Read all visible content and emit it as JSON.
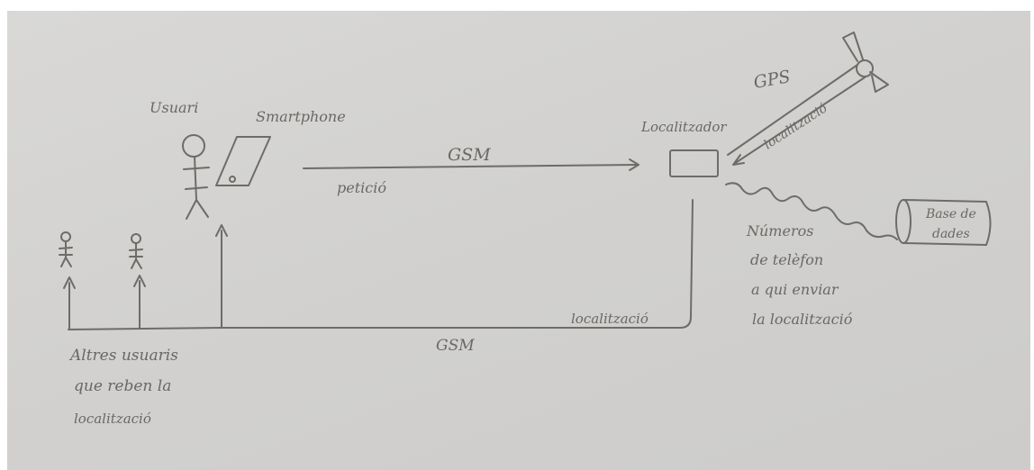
{
  "diagram": {
    "labels": {
      "usuari": "Usuari",
      "smartphone": "Smartphone",
      "gsm_top": "GSM",
      "peticio": "petició",
      "localitzador": "Localitzador",
      "gps": "GPS",
      "localitzacio_gps": "localització",
      "numeros_line1": "Números",
      "numeros_line2": "de telèfon",
      "numeros_line3": "a qui enviar",
      "numeros_line4": "la localització",
      "base_line1": "Base de",
      "base_line2": "dades",
      "localitzacio_bottom": "localització",
      "gsm_bottom": "GSM",
      "altres_line1": "Altres usuaris",
      "altres_line2": "que reben la",
      "altres_line3": "localització"
    },
    "colors": {
      "paper": "#d3d2d0",
      "ink": "#6e6c68"
    }
  }
}
